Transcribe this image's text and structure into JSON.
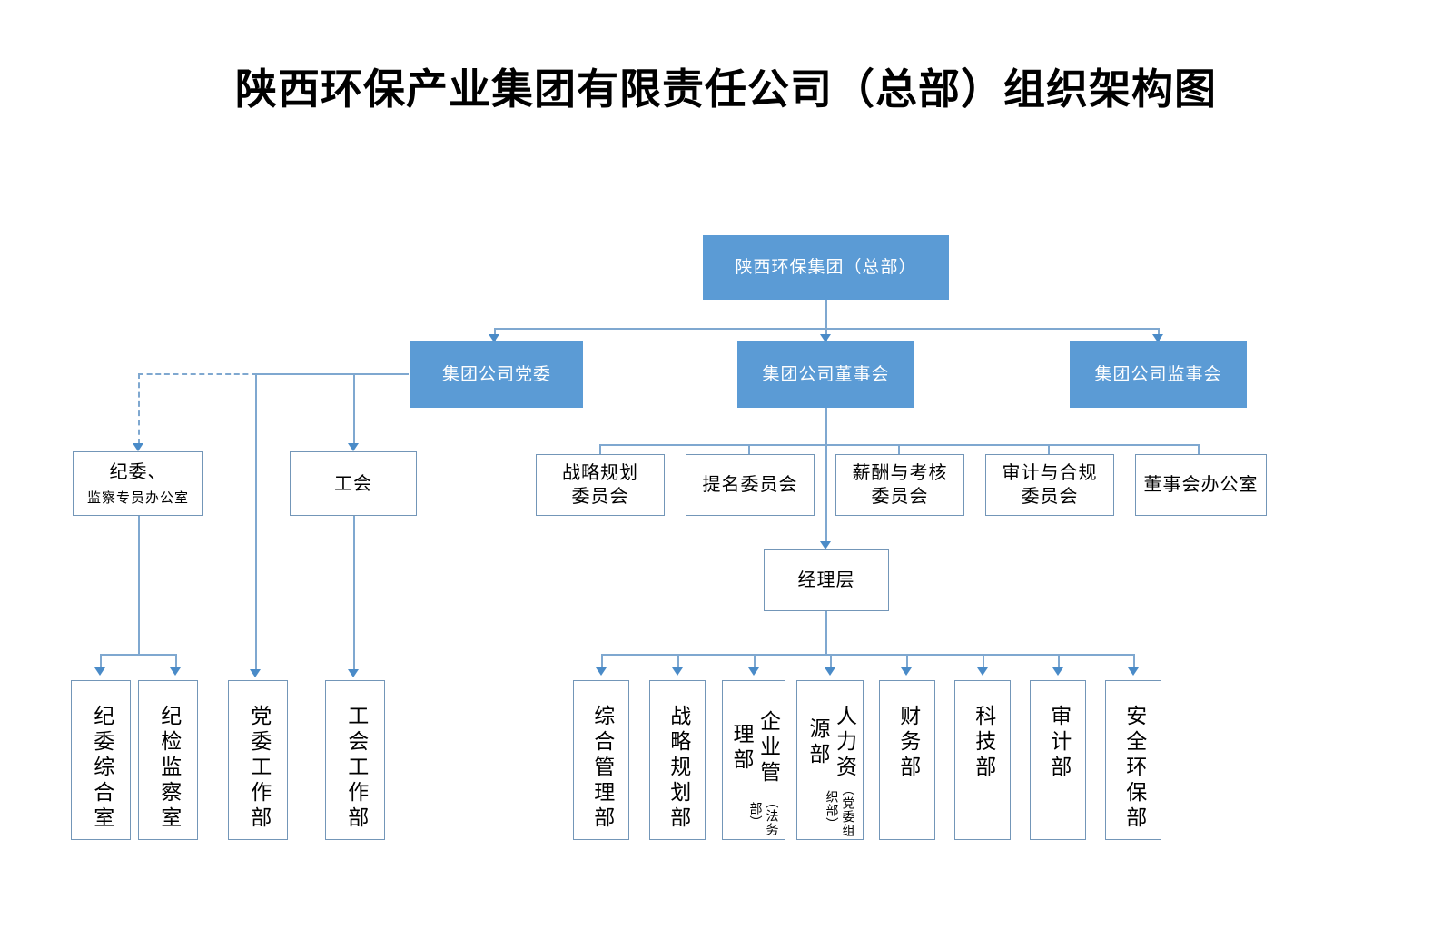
{
  "title": "陕西环保产业集团有限责任公司（总部）组织架构图",
  "colors": {
    "node_blue": "#5B9BD5",
    "node_white": "#FFFFFF",
    "border_blue": "#7396B8",
    "connector": "#7FA8D0",
    "arrow": "#4A8BC8",
    "text_on_blue": "#FFFFFF",
    "text_on_white": "#000000"
  },
  "nodes": {
    "root": {
      "label": "陕西环保集团（总部）"
    },
    "level2": [
      {
        "label": "集团公司党委"
      },
      {
        "label": "集团公司董事会"
      },
      {
        "label": "集团公司监事会"
      }
    ],
    "party_branch": [
      {
        "label": "纪委、",
        "sublabel": "监察专员办公室"
      },
      {
        "label": "工会"
      }
    ],
    "committees": [
      {
        "line1": "战略规划",
        "line2": "委员会"
      },
      {
        "line1": "提名委员会",
        "line2": ""
      },
      {
        "line1": "薪酬与考核",
        "line2": "委员会"
      },
      {
        "line1": "审计与合规",
        "line2": "委员会"
      },
      {
        "line1": "董事会办公室",
        "line2": ""
      }
    ],
    "management": {
      "label": "经理层"
    },
    "left_departments": [
      {
        "label": "纪委综合室",
        "sublabel": ""
      },
      {
        "label": "纪检监察室",
        "sublabel": ""
      },
      {
        "label": "党委工作部",
        "sublabel": ""
      },
      {
        "label": "工会工作部",
        "sublabel": ""
      }
    ],
    "departments": [
      {
        "label": "综合管理部",
        "sublabel": ""
      },
      {
        "label": "战略规划部",
        "sublabel": ""
      },
      {
        "label": "企业管理部",
        "sublabel": "（法务部）"
      },
      {
        "label": "人力资源部",
        "sublabel": "（党委组织部）"
      },
      {
        "label": "财务部",
        "sublabel": ""
      },
      {
        "label": "科技部",
        "sublabel": ""
      },
      {
        "label": "审计部",
        "sublabel": ""
      },
      {
        "label": "安全环保部",
        "sublabel": ""
      }
    ]
  }
}
